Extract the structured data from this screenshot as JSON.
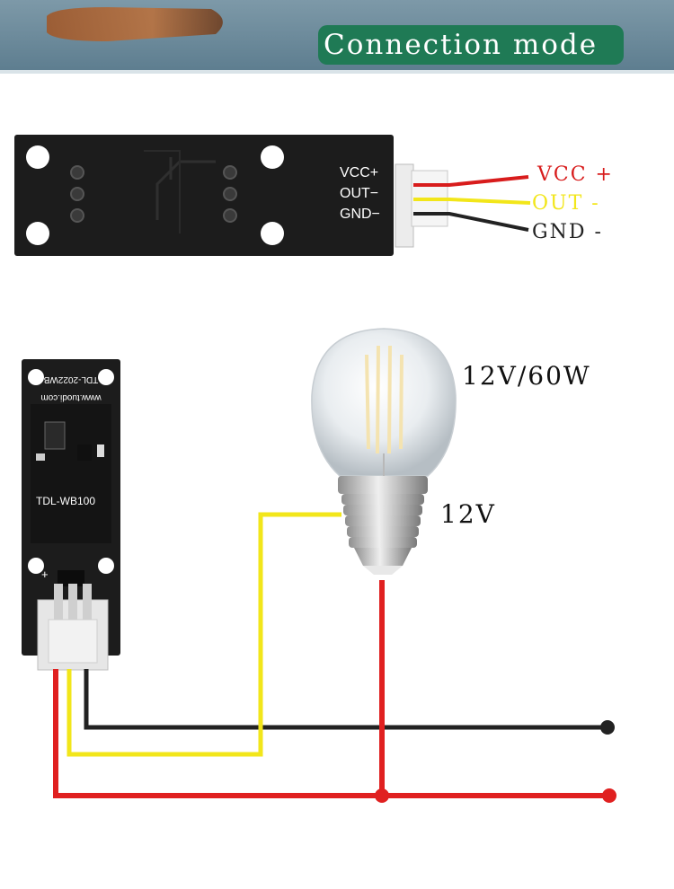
{
  "header": {
    "title": "Connection mode"
  },
  "sensor_top": {
    "pin_labels": [
      "VCC+",
      "OUT−",
      "GND−"
    ]
  },
  "wires": [
    {
      "label": "VCC +",
      "color": "#e02020"
    },
    {
      "label": "OUT -",
      "color": "#f2e61a"
    },
    {
      "label": "GND -",
      "color": "#222222"
    }
  ],
  "board": {
    "url_text": "www.tuodi.com",
    "model_code": "TDL-2022WB",
    "model": "TDL-WB100",
    "plus_mark": "+"
  },
  "lamp": {
    "rating": "12V/60W",
    "voltage": "12V"
  },
  "colors": {
    "red_wire": "#e02020",
    "yellow_wire": "#f2e61a",
    "black_wire": "#222222",
    "pcb": "#1c1c1c",
    "header_accent": "#1f7a55"
  }
}
